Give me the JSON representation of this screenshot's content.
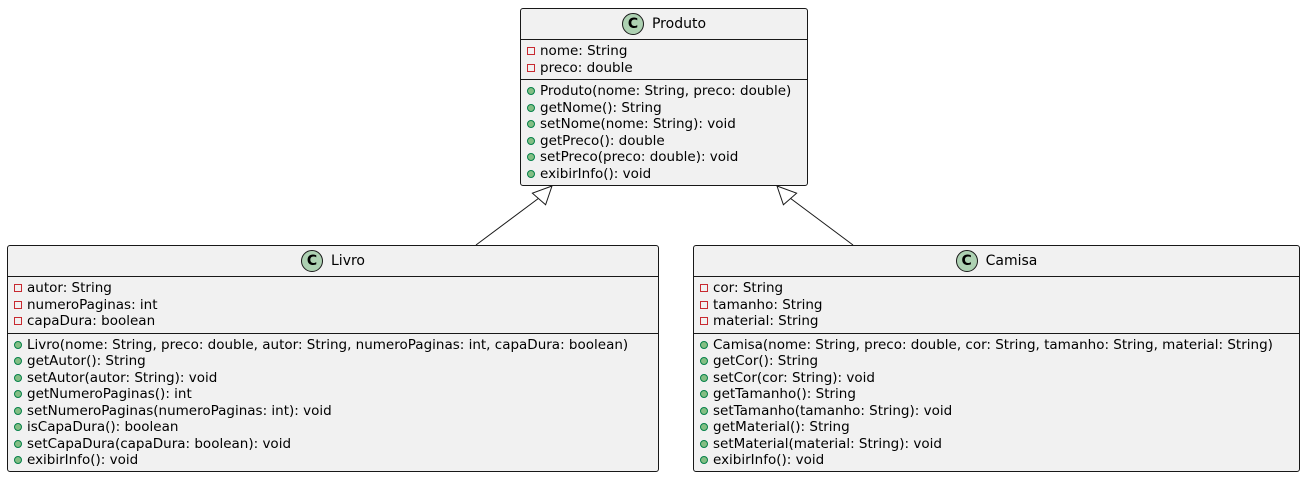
{
  "stereotype_letter": "C",
  "classes": {
    "produto": {
      "name": "Produto",
      "attributes": [
        {
          "vis": "private",
          "text": "nome: String"
        },
        {
          "vis": "private",
          "text": "preco: double"
        }
      ],
      "methods": [
        {
          "vis": "public",
          "text": "Produto(nome: String, preco: double)"
        },
        {
          "vis": "public",
          "text": "getNome(): String"
        },
        {
          "vis": "public",
          "text": "setNome(nome: String): void"
        },
        {
          "vis": "public",
          "text": "getPreco(): double"
        },
        {
          "vis": "public",
          "text": "setPreco(preco: double): void"
        },
        {
          "vis": "public",
          "text": "exibirInfo(): void"
        }
      ]
    },
    "livro": {
      "name": "Livro",
      "attributes": [
        {
          "vis": "private",
          "text": "autor: String"
        },
        {
          "vis": "private",
          "text": "numeroPaginas: int"
        },
        {
          "vis": "private",
          "text": "capaDura: boolean"
        }
      ],
      "methods": [
        {
          "vis": "public",
          "text": "Livro(nome: String, preco: double, autor: String, numeroPaginas: int, capaDura: boolean)"
        },
        {
          "vis": "public",
          "text": "getAutor(): String"
        },
        {
          "vis": "public",
          "text": "setAutor(autor: String): void"
        },
        {
          "vis": "public",
          "text": "getNumeroPaginas(): int"
        },
        {
          "vis": "public",
          "text": "setNumeroPaginas(numeroPaginas: int): void"
        },
        {
          "vis": "public",
          "text": "isCapaDura(): boolean"
        },
        {
          "vis": "public",
          "text": "setCapaDura(capaDura: boolean): void"
        },
        {
          "vis": "public",
          "text": "exibirInfo(): void"
        }
      ]
    },
    "camisa": {
      "name": "Camisa",
      "attributes": [
        {
          "vis": "private",
          "text": "cor: String"
        },
        {
          "vis": "private",
          "text": "tamanho: String"
        },
        {
          "vis": "private",
          "text": "material: String"
        }
      ],
      "methods": [
        {
          "vis": "public",
          "text": "Camisa(nome: String, preco: double, cor: String, tamanho: String, material: String)"
        },
        {
          "vis": "public",
          "text": "getCor(): String"
        },
        {
          "vis": "public",
          "text": "setCor(cor: String): void"
        },
        {
          "vis": "public",
          "text": "getTamanho(): String"
        },
        {
          "vis": "public",
          "text": "setTamanho(tamanho: String): void"
        },
        {
          "vis": "public",
          "text": "getMaterial(): String"
        },
        {
          "vis": "public",
          "text": "setMaterial(material: String): void"
        },
        {
          "vis": "public",
          "text": "exibirInfo(): void"
        }
      ]
    }
  },
  "relations": [
    {
      "type": "inheritance",
      "from": "Livro",
      "to": "Produto"
    },
    {
      "type": "inheritance",
      "from": "Camisa",
      "to": "Produto"
    }
  ],
  "colors": {
    "class_fill": "#f1f1f1",
    "border": "#181818",
    "stereotype_circle": "#add1b2",
    "private_marker": "#c82930",
    "public_marker_fill": "#84be84",
    "public_marker_border": "#038048"
  }
}
